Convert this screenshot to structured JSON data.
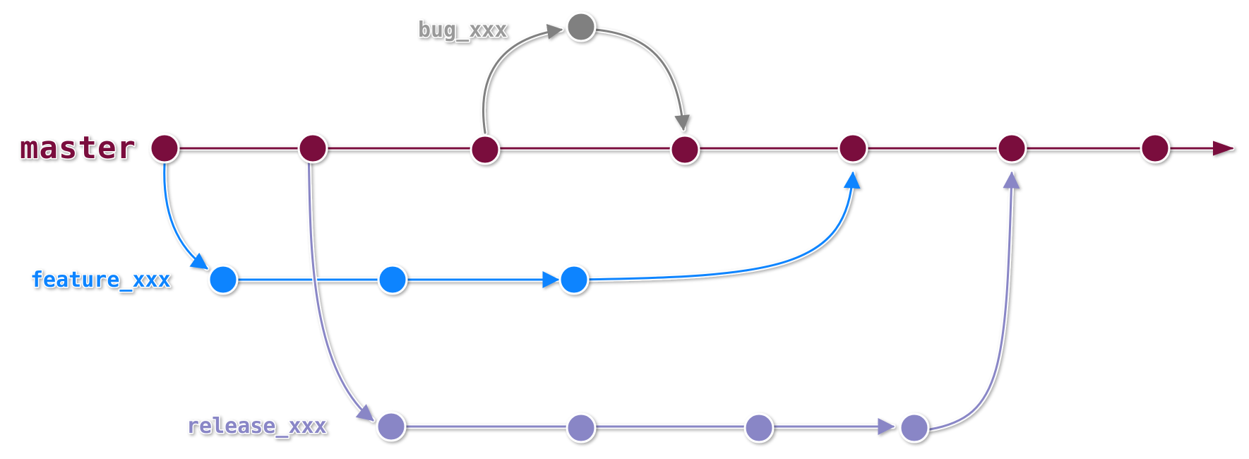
{
  "colors": {
    "master": "#7a0a3d",
    "bug": "#808080",
    "feature": "#0a84ff",
    "release": "#8986c6"
  },
  "labels": {
    "master": "master",
    "bug": "bug_xxx",
    "feature": "feature_xxx",
    "release": "release_xxx"
  },
  "branches": [
    {
      "id": "master",
      "commit_count": 7
    },
    {
      "id": "bug",
      "commit_count": 1
    },
    {
      "id": "feature",
      "commit_count": 3
    },
    {
      "id": "release",
      "commit_count": 4
    }
  ],
  "merges": [
    {
      "from": "master",
      "from_commit": 1,
      "to": "feature",
      "to_commit": 1
    },
    {
      "from": "master",
      "from_commit": 2,
      "to": "release",
      "to_commit": 1
    },
    {
      "from": "master",
      "from_commit": 3,
      "to": "bug",
      "to_commit": 1
    },
    {
      "from": "bug",
      "from_commit": 1,
      "to": "master",
      "to_commit": 4
    },
    {
      "from": "feature",
      "from_commit": 3,
      "to": "master",
      "to_commit": 5
    },
    {
      "from": "release",
      "from_commit": 4,
      "to": "master",
      "to_commit": 6
    }
  ]
}
